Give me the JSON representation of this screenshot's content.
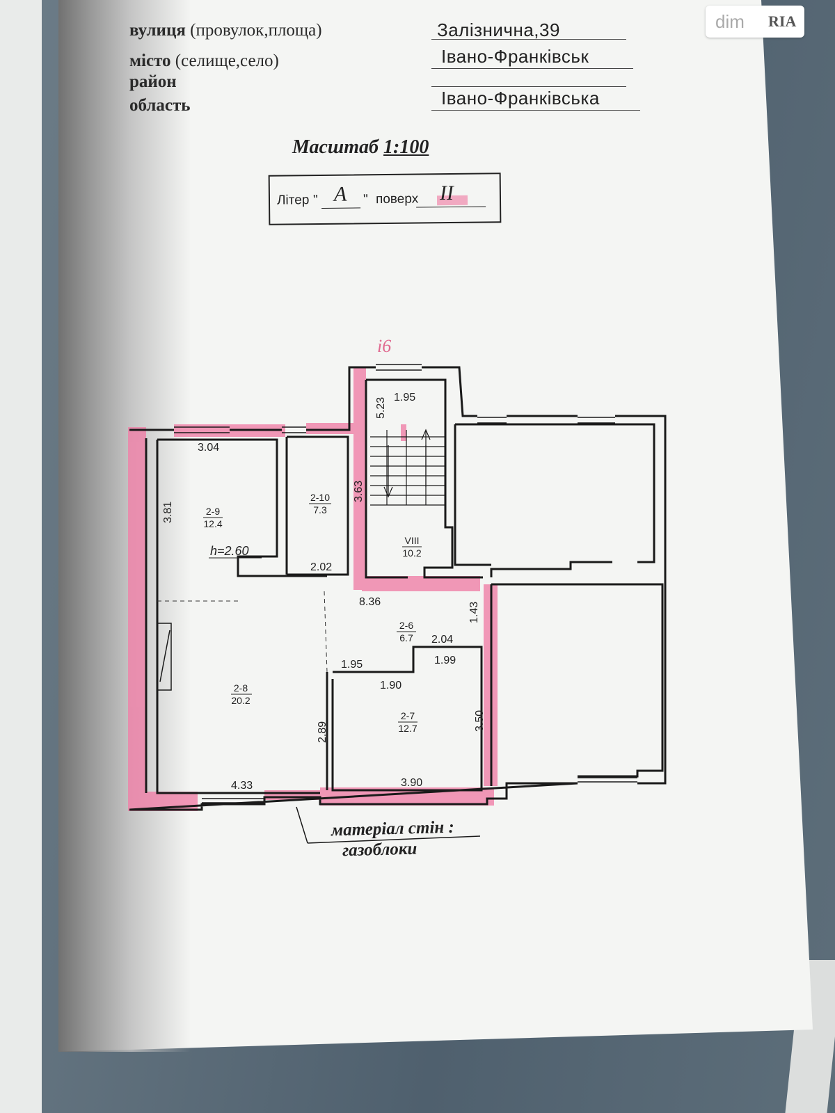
{
  "header": {
    "street_label": "вулиця",
    "street_suffix": "(провулок,площа)",
    "street_value": "Залізнична,39",
    "city_label": "місто",
    "city_suffix": "(селище,село)",
    "city_value": "Івано-Франківськ",
    "district_label": "район",
    "region_label": "область",
    "region_value": "Івано-Франківська"
  },
  "scale": {
    "label": "Масштаб",
    "value": "1:100"
  },
  "letter_box": {
    "liter_label": "Літер",
    "liter_value": "А",
    "floor_label": "поверх",
    "floor_value": "II"
  },
  "plan": {
    "rooms": [
      {
        "id": "2-9",
        "area": "12.4"
      },
      {
        "id": "2-10",
        "area": "7.3"
      },
      {
        "id": "VIII",
        "area": "10.2"
      },
      {
        "id": "2-6",
        "area": "6.7"
      },
      {
        "id": "2-8",
        "area": "20.2"
      },
      {
        "id": "2-7",
        "area": "12.7"
      }
    ],
    "height": "h=2.60",
    "dims": {
      "d304": "3.04",
      "d381": "3.81",
      "d363": "3.63",
      "d523": "5.23",
      "d195a": "1.95",
      "d202": "2.02",
      "d836": "8.36",
      "d143": "1.43",
      "d204": "2.04",
      "d195b": "1.95",
      "d199": "1.99",
      "d190": "1.90",
      "d289": "2.89",
      "d350": "3.50",
      "d433": "4.33",
      "d390": "3.90"
    },
    "handwritten_mark": "і6"
  },
  "material": {
    "line1": "матеріал стін :",
    "line2": "газоблоки"
  },
  "watermark": {
    "dim": "dim",
    "ria": "RIA"
  },
  "colors": {
    "pink_highlight": "#f080a8",
    "ink": "#1a1a1a",
    "paper": "#f4f5f3"
  }
}
